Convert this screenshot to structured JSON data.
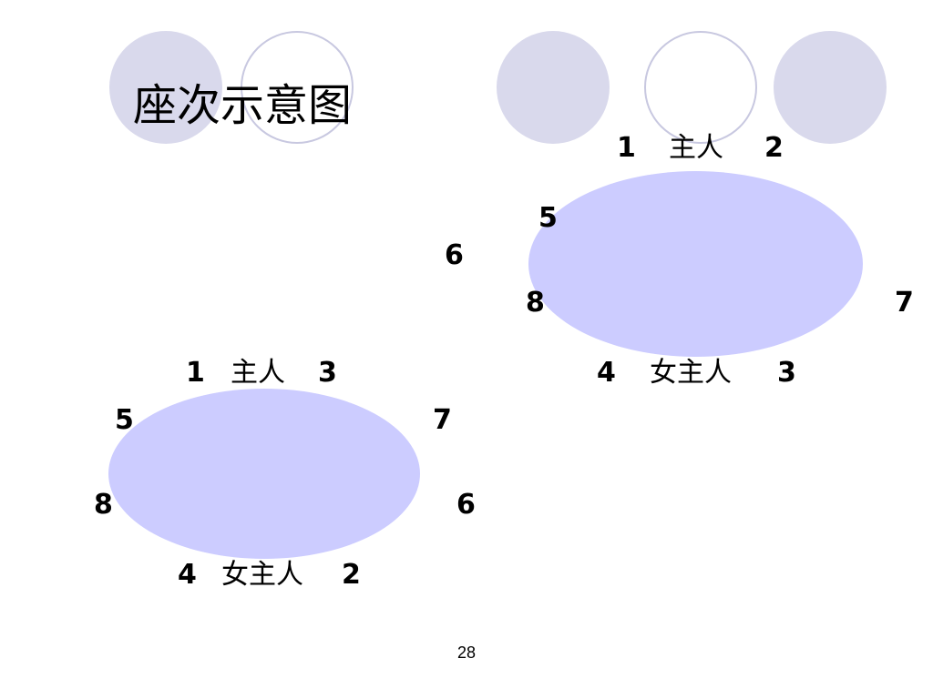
{
  "slide": {
    "title": "座次示意图",
    "page_number": "28"
  },
  "colors": {
    "decor_circle": "#d9d9ec",
    "table": "#ccccff",
    "outline_circle": "#c8c8e0"
  },
  "diagram_a": {
    "top_seat_1": "1",
    "host": "主人",
    "top_seat_2": "2",
    "left_upper_seat": "5",
    "left_outer_seat": "6",
    "left_lower_seat": "8",
    "right_seat": "7",
    "bottom_seat_4": "4",
    "hostess": "女主人",
    "bottom_seat_3": "3"
  },
  "diagram_b": {
    "top_seat_1": "1",
    "host": "主人",
    "top_seat_3": "3",
    "left_upper_seat": "5",
    "right_upper_seat": "7",
    "left_lower_seat": "8",
    "right_lower_seat": "6",
    "bottom_seat_4": "4",
    "hostess": "女主人",
    "bottom_seat_2": "2"
  }
}
